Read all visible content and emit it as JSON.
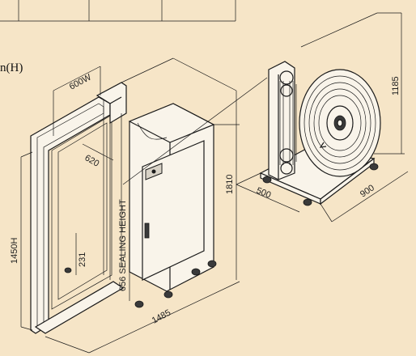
{
  "header_fragment": "n(H)",
  "dimensions": {
    "width_600": "600W",
    "depth_620": "620",
    "sealing_height": "656 SEALING HEIGHT",
    "height_1810": "1810",
    "height_1450": "1450H",
    "height_231": "231",
    "length_1485": "1485",
    "height_1185": "1185",
    "depth_500": "500",
    "width_900": "900"
  },
  "colors": {
    "background": "#f6e5c7",
    "line": "#1a1a1a"
  }
}
